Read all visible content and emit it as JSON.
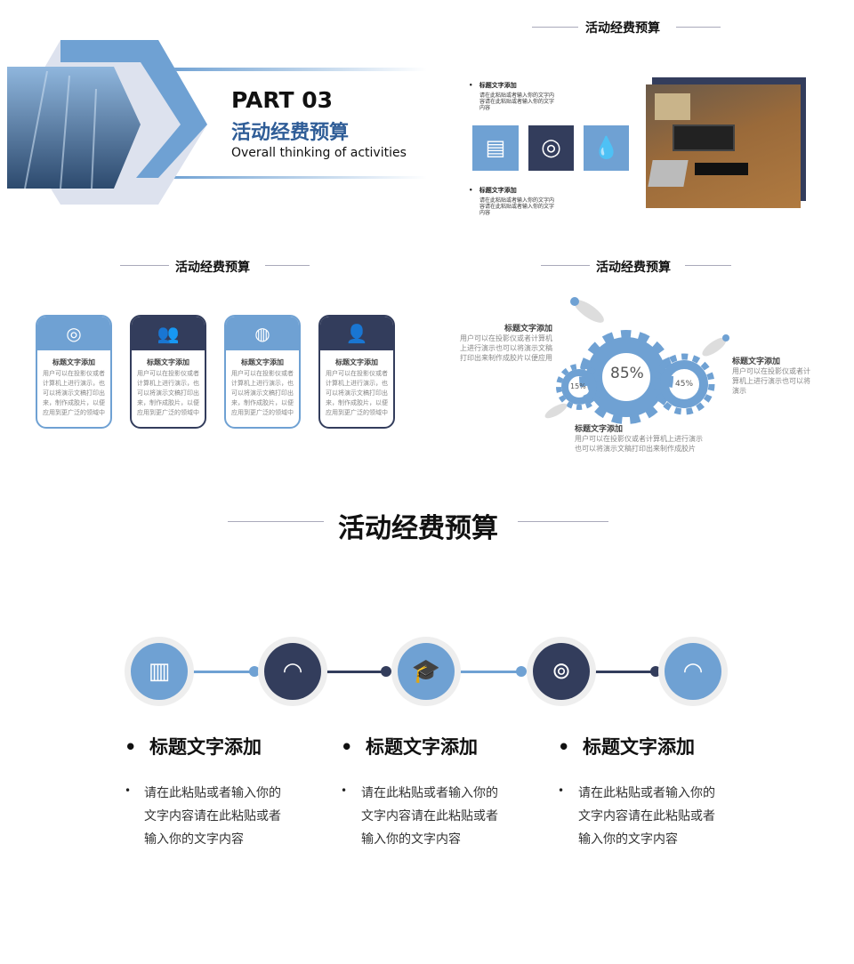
{
  "slide1": {
    "part": "PART 03",
    "title": "活动经费预算",
    "subtitle": "Overall thinking of activities"
  },
  "slide2": {
    "title": "活动经费预算",
    "items": [
      {
        "title": "标题文字添加",
        "text": "请在此粘贴或者输入你的文字内容请在此粘贴或者输入你的文字内容"
      },
      {
        "title": "标题文字添加",
        "text": "请在此粘贴或者输入你的文字内容请在此粘贴或者输入你的文字内容"
      }
    ],
    "icons": [
      "document-icon",
      "target-icon",
      "water-drop-icon"
    ]
  },
  "slide3": {
    "title": "活动经费预算",
    "cards": [
      {
        "icon": "target-arrow-icon",
        "title": "标题文字添加",
        "text": "用户可以在投影仪或者计算机上进行演示，也可以将演示文稿打印出来，制作成胶片，以便应用到更广泛的领域中"
      },
      {
        "icon": "team-icon",
        "title": "标题文字添加",
        "text": "用户可以在投影仪或者计算机上进行演示，也可以将演示文稿打印出来，制作成胶片，以便应用到更广泛的领域中"
      },
      {
        "icon": "globe-icon",
        "title": "标题文字添加",
        "text": "用户可以在投影仪或者计算机上进行演示，也可以将演示文稿打印出来，制作成胶片，以便应用到更广泛的领域中"
      },
      {
        "icon": "idea-person-icon",
        "title": "标题文字添加",
        "text": "用户可以在投影仪或者计算机上进行演示，也可以将演示文稿打印出来，制作成胶片，以便应用到更广泛的领域中"
      }
    ]
  },
  "slide4": {
    "title": "活动经费预算",
    "gears": [
      "85%",
      "15%",
      "45%"
    ],
    "blocks": [
      {
        "title": "标题文字添加",
        "text": "用户可以在投影仪或者计算机上进行演示也可以将演示文稿打印出来制作成胶片以便应用"
      },
      {
        "title": "标题文字添加",
        "text": "用户可以在投影仪或者计算机上进行演示也可以将演示"
      },
      {
        "title": "标题文字添加",
        "text": "用户可以在投影仪或者计算机上进行演示也可以将演示文稿打印出来制作成胶片"
      }
    ]
  },
  "slide5": {
    "title": "活动经费预算",
    "icons": [
      "map-icon",
      "speedometer-icon",
      "graduation-cap-icon",
      "lifebuoy-icon",
      "speedometer-icon"
    ],
    "items": [
      {
        "title": "标题文字添加",
        "text": "请在此粘贴或者输入你的文字内容请在此粘贴或者输入你的文字内容"
      },
      {
        "title": "标题文字添加",
        "text": "请在此粘贴或者输入你的文字内容请在此粘贴或者输入你的文字内容"
      },
      {
        "title": "标题文字添加",
        "text": "请在此粘贴或者输入你的文字内容请在此粘贴或者输入你的文字内容"
      }
    ]
  },
  "colors": {
    "light": "#6fa1d3",
    "dark": "#333d5c"
  }
}
